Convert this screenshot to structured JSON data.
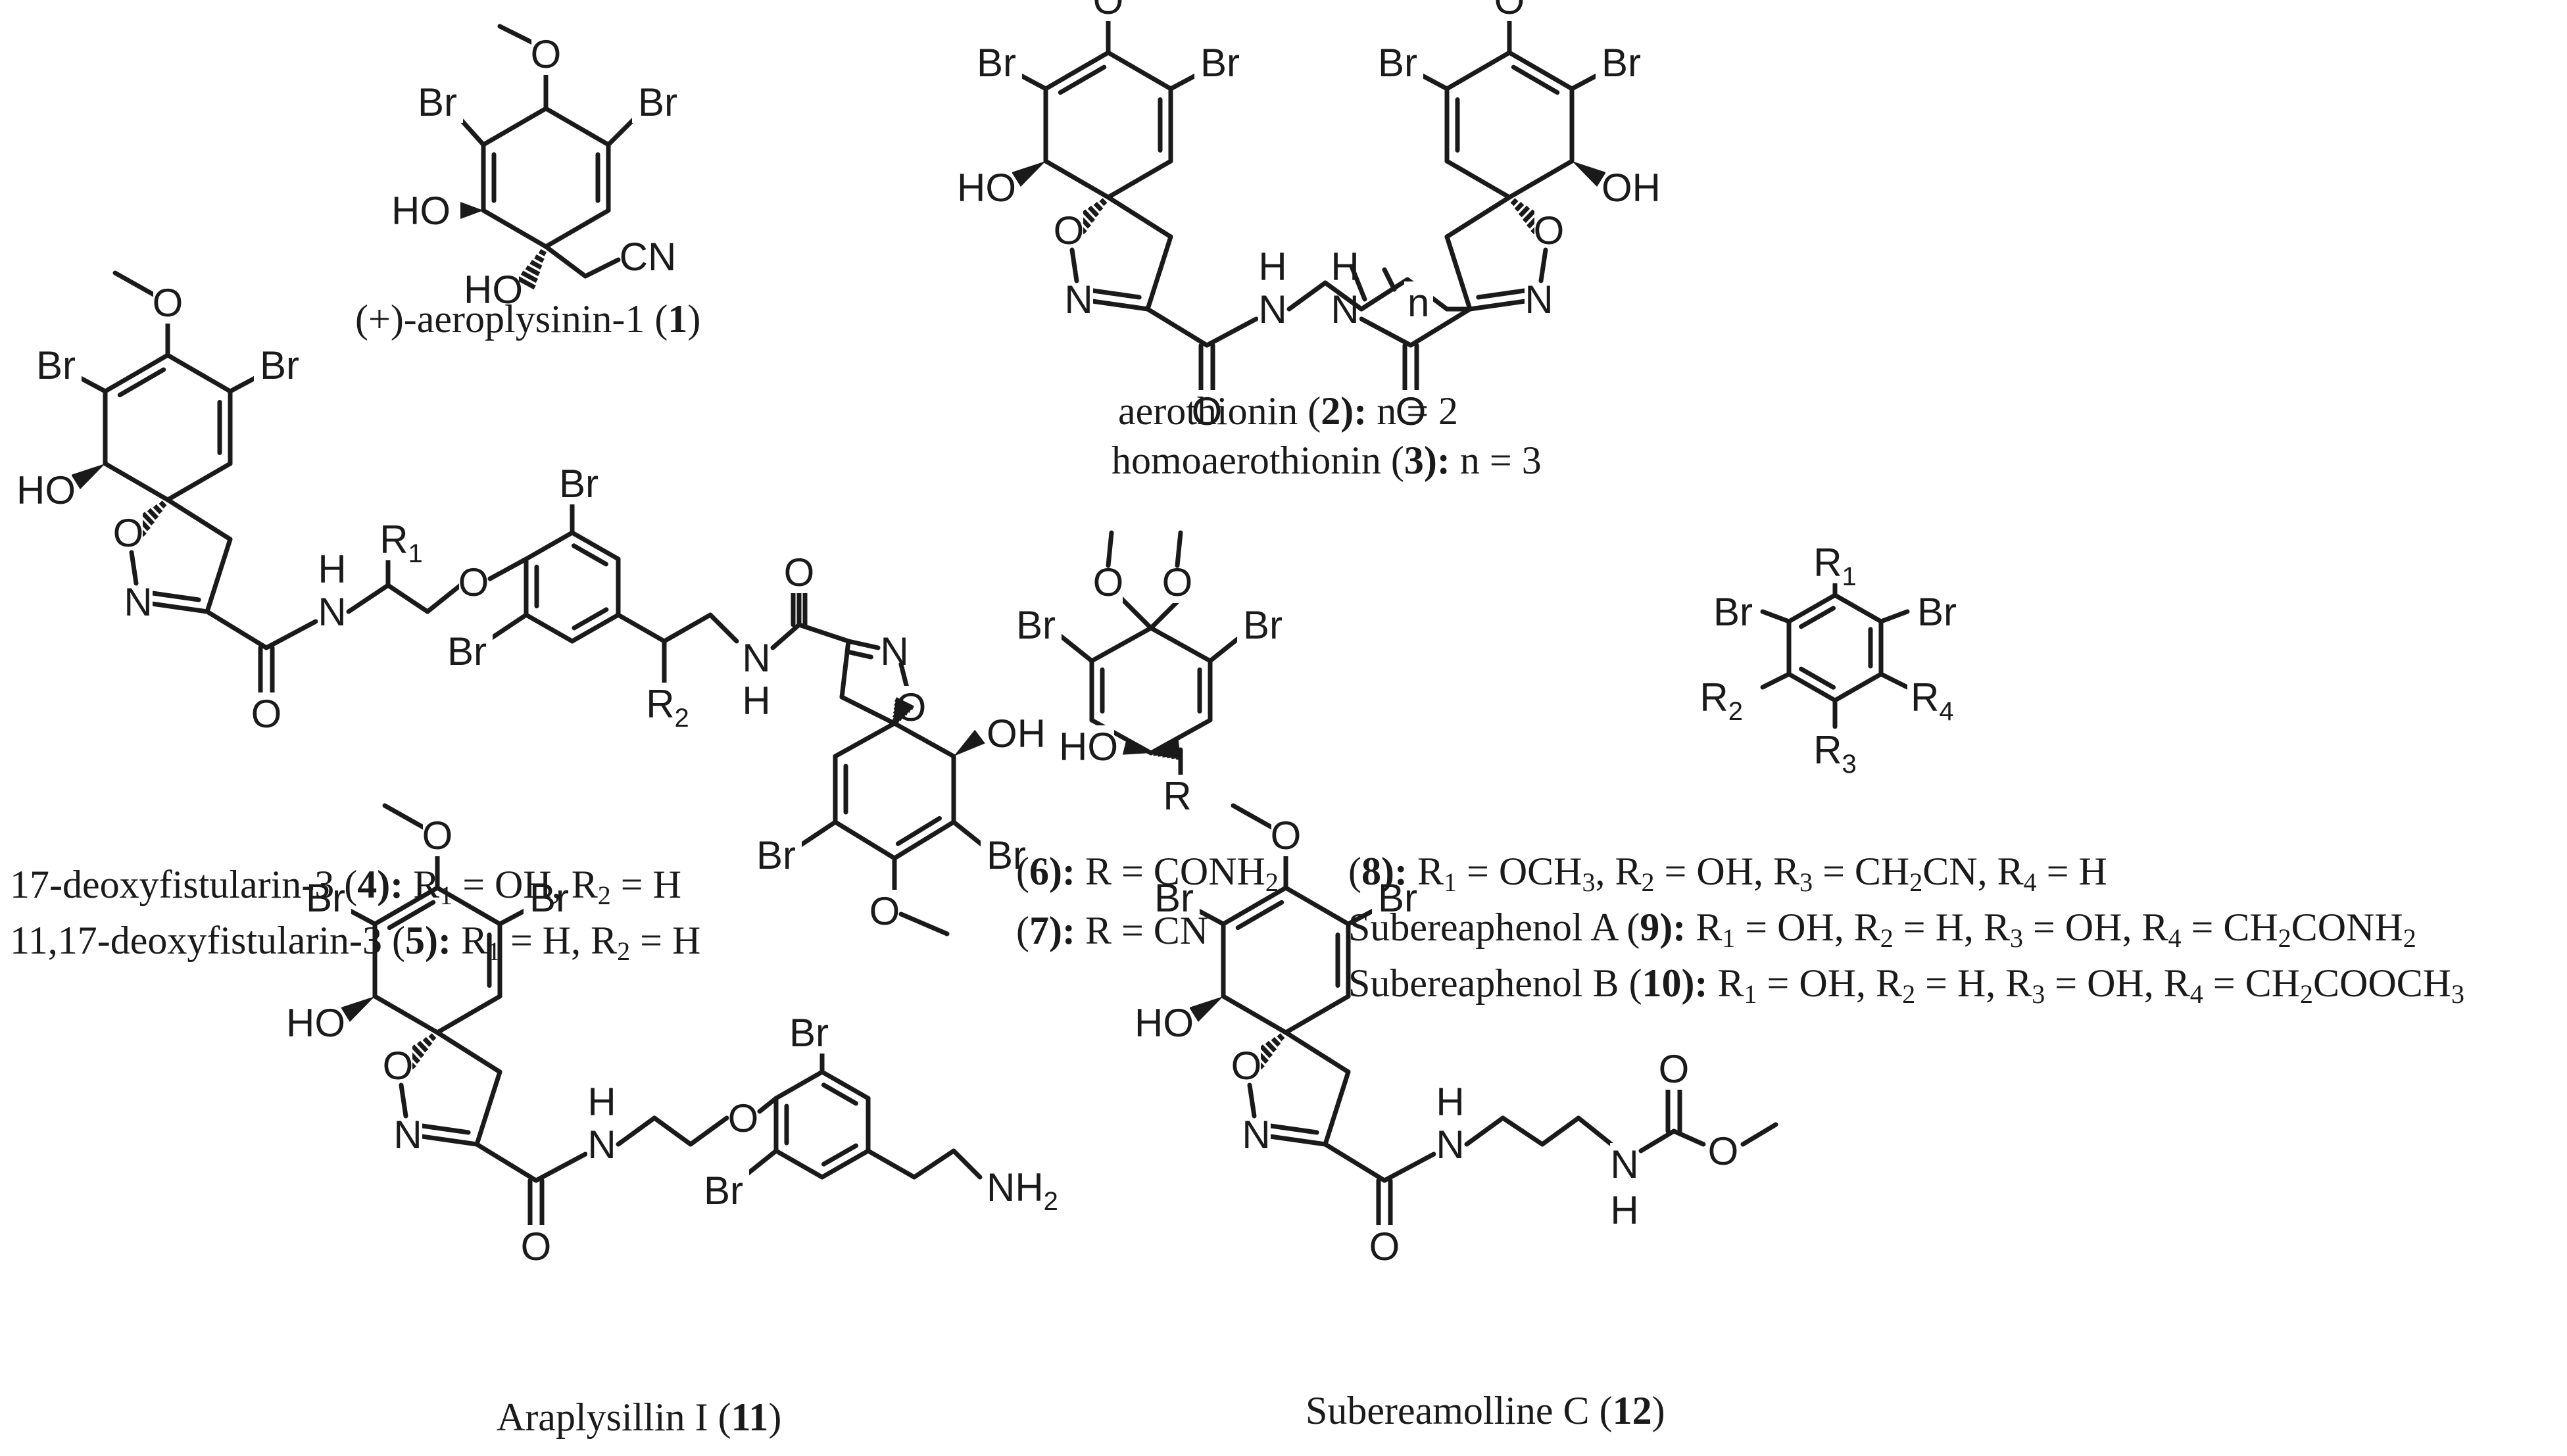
{
  "atom_labels": {
    "br": "Br",
    "ho": "HO",
    "oh": "OH",
    "o": "O",
    "n": "N",
    "h": "H",
    "cn": "CN",
    "nh2": "NH",
    "nh2_sub": "2",
    "r": "R",
    "r1": "R",
    "r1_sub": "1",
    "r2": "R",
    "r2_sub": "2",
    "r3": "R",
    "r3_sub": "3",
    "r4": "R",
    "r4_sub": "4",
    "n_index": "n"
  },
  "captions": {
    "c1": {
      "name": "(+)-aeroplysinin-1 (",
      "num": "1",
      "close": ")"
    },
    "c2": {
      "name": "aerothionin (",
      "num": "2",
      "close": "):",
      "rest": " n = 2"
    },
    "c3": {
      "name": "homoaerothionin (",
      "num": "3",
      "close": "):",
      "rest": " n = 3"
    },
    "c4": {
      "name": "17-deoxyfistularin-3 (",
      "num": "4",
      "close": "):",
      "r1": " R",
      "r1s": "1",
      "r1v": " = OH, R",
      "r2s": "2",
      "r2v": " = H"
    },
    "c5": {
      "name": "11,17-deoxyfistularin-3 (",
      "num": "5",
      "close": "):",
      "r1": " R",
      "r1s": "1",
      "r1v": " = H, R",
      "r2s": "2",
      "r2v": " = H"
    },
    "c6": {
      "open": "(",
      "num": "6",
      "close": "):",
      "rest": " R = CONH",
      "sub": "2"
    },
    "c7": {
      "open": "(",
      "num": "7",
      "close": "):",
      "rest": " R = CN"
    },
    "c8": {
      "open": "(",
      "num": "8",
      "close": "):",
      "a": " R",
      "as": "1",
      "b": " = OCH",
      "bs": "3",
      "c": ", R",
      "cs": "2",
      "d": " = OH, R",
      "ds": "3",
      "e": " = CH",
      "es": "2",
      "f": "CN, R",
      "fs": "4",
      "g": " = H"
    },
    "c9": {
      "name": "Subereaphenol A (",
      "num": "9",
      "close": "):",
      "a": " R",
      "as": "1",
      "b": " = OH, R",
      "bs": "2",
      "c": " = H, R",
      "cs": "3",
      "d": " = OH, R",
      "ds": "4",
      "e": " = CH",
      "es": "2",
      "f": "CONH",
      "fs": "2"
    },
    "c10": {
      "name": "Subereaphenol B (",
      "num": "10",
      "close": "):",
      "a": " R",
      "as": "1",
      "b": " = OH, R",
      "bs": "2",
      "c": " = H, R",
      "cs": "3",
      "d": " = OH, R",
      "ds": "4",
      "e": " = CH",
      "es": "2",
      "f": "COOCH",
      "fs": "3"
    },
    "c11": {
      "name": "Araplysillin I (",
      "num": "11",
      "close": ")"
    },
    "c12": {
      "name": "Subereamolline C (",
      "num": "12",
      "close": ")"
    }
  }
}
